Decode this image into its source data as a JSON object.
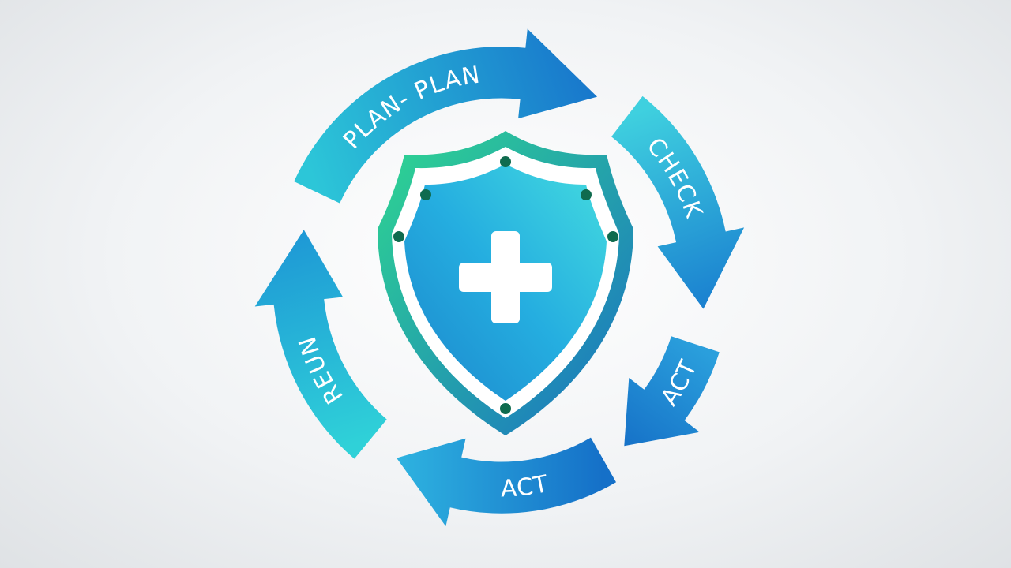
{
  "diagram": {
    "arrows": [
      {
        "id": "plan",
        "label": "PLAN-   PLAN",
        "colors": [
          "#2cc6d8",
          "#1877cc"
        ]
      },
      {
        "id": "check",
        "label": "CHECK",
        "colors": [
          "#3fd0df",
          "#1a80d0"
        ]
      },
      {
        "id": "act-right",
        "label": "ACT",
        "colors": [
          "#2a9fdc",
          "#1672c8"
        ]
      },
      {
        "id": "act-bottom",
        "label": "ACT",
        "colors": [
          "#1570c8",
          "#2eb3e0"
        ]
      },
      {
        "id": "run",
        "label": "REUN",
        "colors": [
          "#2fd1d8",
          "#1e98d6"
        ]
      }
    ],
    "shield": {
      "icon": "medical-cross-shield-icon",
      "rim_colors": [
        "#2fd890",
        "#1a6fc4"
      ],
      "face_colors": [
        "#1b86cc",
        "#3fd7de"
      ],
      "dot_color": "#0f6b4e"
    }
  }
}
